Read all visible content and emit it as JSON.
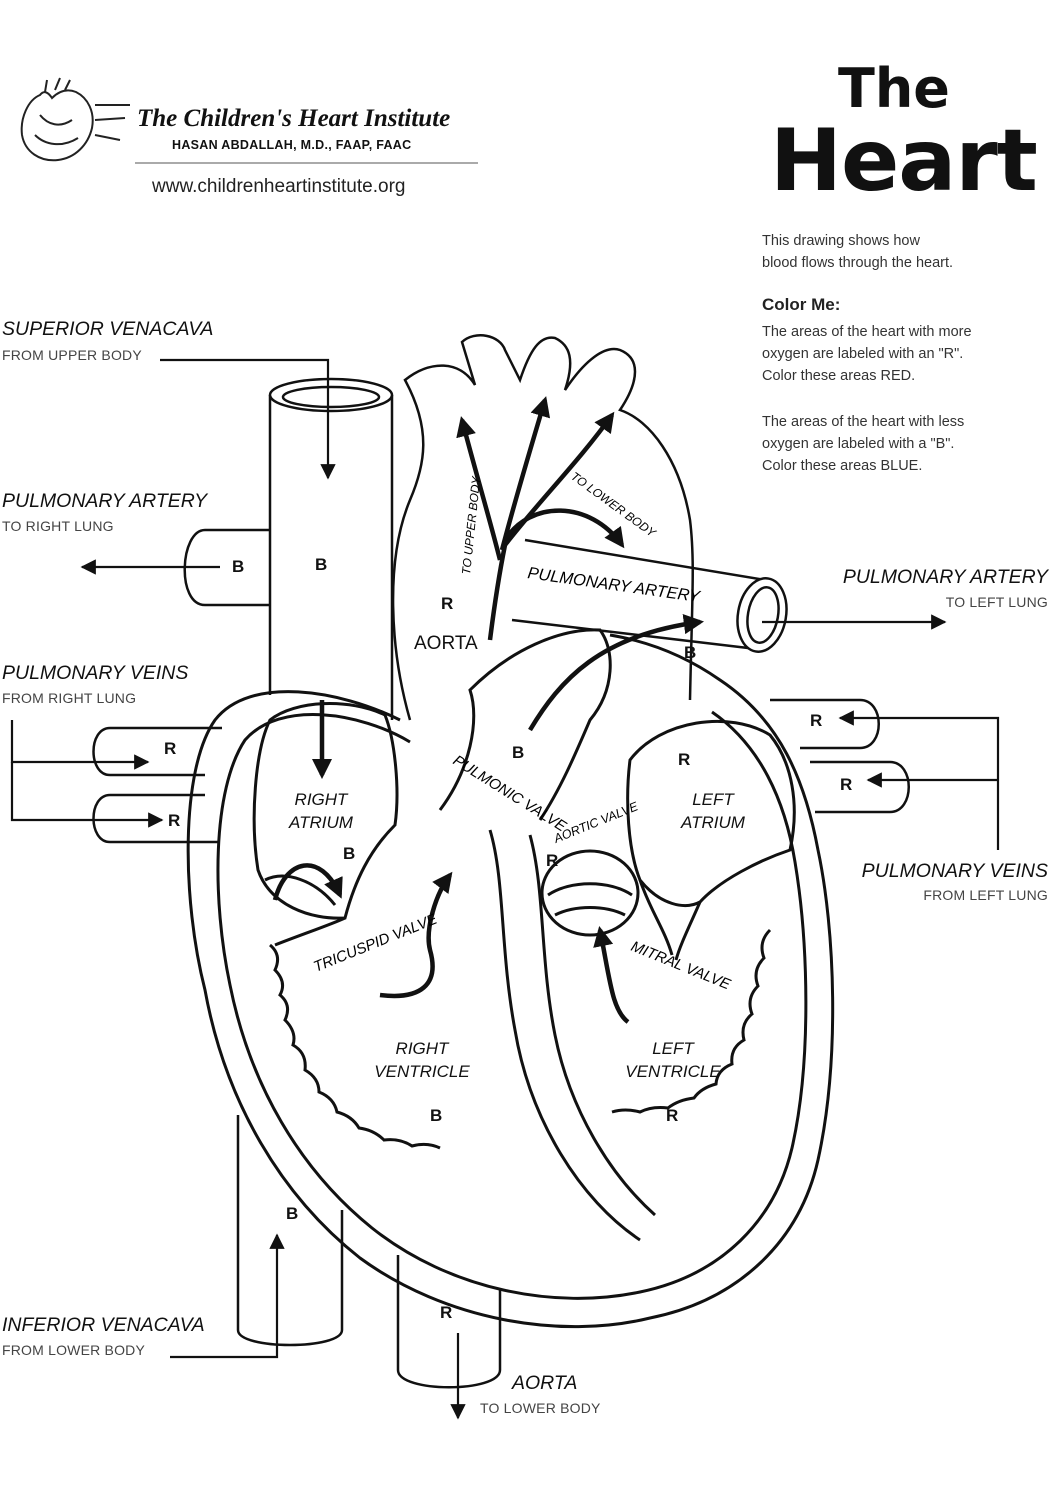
{
  "header": {
    "institute_name": "The Children's Heart Institute",
    "doctor": "HASAN ABDALLAH, M.D., FAAP, FAAC",
    "website": "www.childrenheartinstitute.org"
  },
  "title": {
    "line1": "The",
    "line2": "Heart"
  },
  "description": {
    "line1": "This drawing shows how",
    "line2": "blood flows through the heart.",
    "color_me_heading": "Color Me:",
    "r_line1": "The areas of the heart with more",
    "r_line2": "oxygen are labeled with an \"R\".",
    "r_line3": "Color these areas RED.",
    "b_line1": "The areas of the heart with less",
    "b_line2": "oxygen are labeled with a \"B\".",
    "b_line3": "Color these areas BLUE."
  },
  "outer_labels": {
    "superior_venacava": {
      "main": "SUPERIOR VENACAVA",
      "sub": "FROM UPPER BODY"
    },
    "pulmonary_artery_right": {
      "main": "PULMONARY ARTERY",
      "sub": "TO RIGHT LUNG"
    },
    "pulmonary_veins_right": {
      "main": "PULMONARY VEINS",
      "sub": "FROM RIGHT LUNG"
    },
    "pulmonary_artery_left": {
      "main": "PULMONARY ARTERY",
      "sub": "TO LEFT LUNG"
    },
    "pulmonary_veins_left": {
      "main": "PULMONARY VEINS",
      "sub": "FROM LEFT LUNG"
    },
    "inferior_venacava": {
      "main": "INFERIOR VENACAVA",
      "sub": "FROM LOWER BODY"
    },
    "aorta_lower": {
      "main": "AORTA",
      "sub": "TO LOWER BODY"
    }
  },
  "inner_labels": {
    "aorta": "AORTA",
    "pulmonary_artery": "PULMONARY ARTERY",
    "to_upper_body": "TO UPPER BODY",
    "to_lower_body": "TO LOWER BODY",
    "right_atrium": "RIGHT ATRIUM",
    "left_atrium": "LEFT ATRIUM",
    "right_ventricle": "RIGHT VENTRICLE",
    "left_ventricle": "LEFT VENTRICLE",
    "pulmonic_valve": "PULMONIC VALVE",
    "aortic_valve": "AORTIC VALVE",
    "tricuspid_valve": "TRICUSPID VALVE",
    "mitral_valve": "MITRAL VALVE"
  },
  "oxygen_markers": {
    "red": "R",
    "blue": "B"
  }
}
